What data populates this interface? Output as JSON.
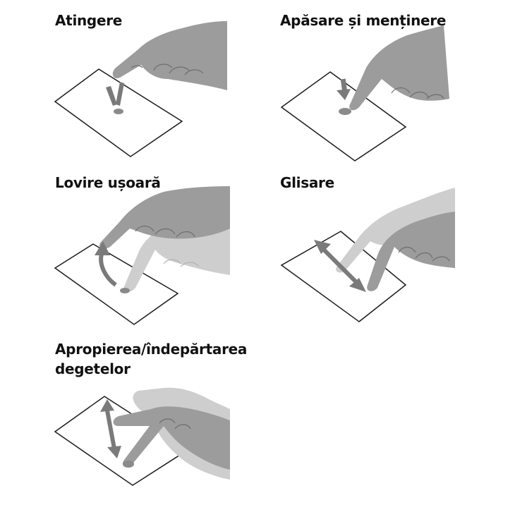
{
  "colors": {
    "hand_dark": "#9c9c9c",
    "hand_light": "#cecece",
    "hand_crease": "#6e6e6e",
    "arrow": "#7a7a7a",
    "touch_dot": "#8a8a8a",
    "pad_stroke": "#1a1a1a",
    "title": "#111111"
  },
  "gestures": [
    {
      "title": "Atingere",
      "icon": "tap-gesture-icon"
    },
    {
      "title": "Apăsare și menținere",
      "icon": "press-and-hold-gesture-icon"
    },
    {
      "title": "Lovire ușoară",
      "icon": "flick-gesture-icon"
    },
    {
      "title": "Glisare",
      "icon": "swipe-gesture-icon"
    },
    {
      "title_line1": "Apropierea/îndepărtarea",
      "title_line2": "degetelor",
      "icon": "pinch-zoom-gesture-icon"
    }
  ]
}
